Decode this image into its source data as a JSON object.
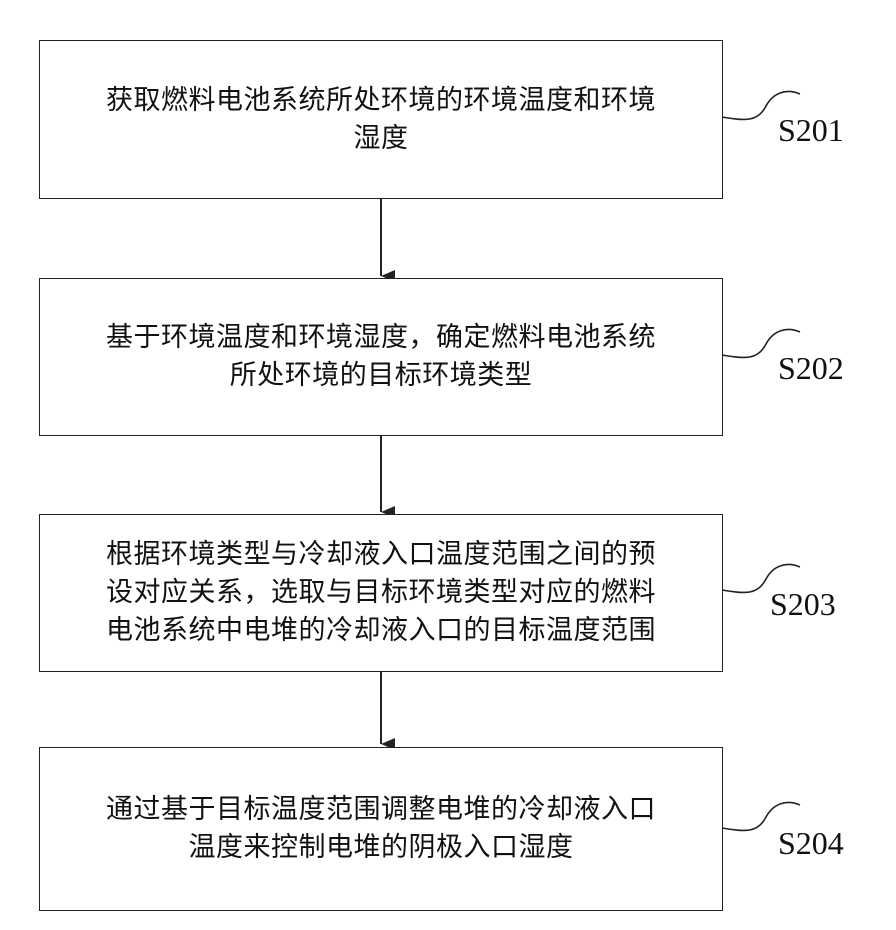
{
  "steps": [
    {
      "id": "S201",
      "lines": [
        "获取燃料电池系统所处环境的环境温度和环境",
        "湿度"
      ]
    },
    {
      "id": "S202",
      "lines": [
        "基于环境温度和环境湿度，确定燃料电池系统",
        "所处环境的目标环境类型"
      ]
    },
    {
      "id": "S203",
      "lines": [
        "根据环境类型与冷却液入口温度范围之间的预",
        "设对应关系，选取与目标环境类型对应的燃料",
        "电池系统中电堆的冷却液入口的目标温度范围"
      ]
    },
    {
      "id": "S204",
      "lines": [
        "通过基于目标温度范围调整电堆的冷却液入口",
        "温度来控制电堆的阴极入口湿度"
      ]
    }
  ]
}
